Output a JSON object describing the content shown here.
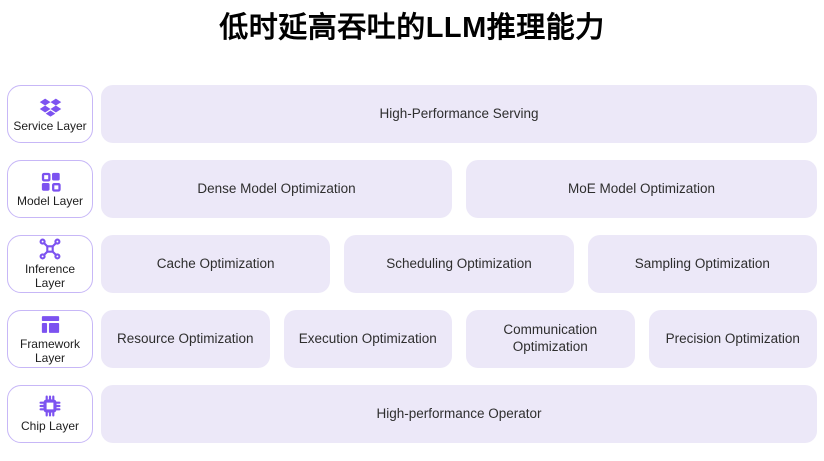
{
  "title": "低时延高吞吐的LLM推理能力",
  "colors": {
    "purple": "#7C52F0",
    "box_fill": "#ECE8F8",
    "layer_border": "#C7B7F7",
    "text_dark": "#2E2E2E"
  },
  "layers": [
    {
      "label": "Service Layer",
      "icon": "dropbox-diamonds-icon",
      "items": [
        "High-Performance Serving"
      ]
    },
    {
      "label": "Model Layer",
      "icon": "grid-squares-icon",
      "items": [
        "Dense Model Optimization",
        "MoE Model Optimization"
      ]
    },
    {
      "label": "Inference Layer",
      "icon": "network-nodes-icon",
      "items": [
        "Cache Optimization",
        "Scheduling Optimization",
        "Sampling Optimization"
      ]
    },
    {
      "label": "Framework Layer",
      "icon": "layout-panels-icon",
      "items": [
        "Resource Optimization",
        "Execution Optimization",
        "Communication Optimization",
        "Precision Optimization"
      ]
    },
    {
      "label": "Chip Layer",
      "icon": "cpu-chip-icon",
      "items": [
        "High-performance Operator"
      ]
    }
  ]
}
